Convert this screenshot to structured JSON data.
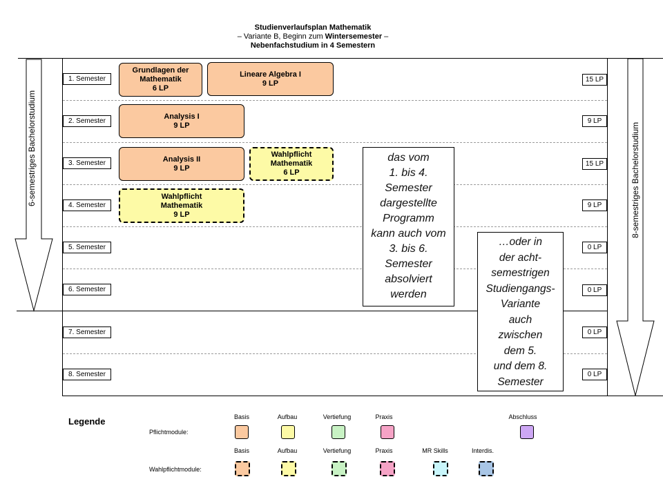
{
  "title": {
    "line1": "Studienverlaufsplan Mathematik",
    "line2_pre": "– Variante B, Beginn zum ",
    "line2_bold": "Wintersemester",
    "line2_post": " –",
    "line3": "Nebenfachstudium in 4 Semestern"
  },
  "semesters": [
    {
      "label": "1. Semester",
      "lp": "15 LP"
    },
    {
      "label": "2. Semester",
      "lp": "9 LP"
    },
    {
      "label": "3. Semester",
      "lp": "15 LP"
    },
    {
      "label": "4. Semester",
      "lp": "9 LP"
    },
    {
      "label": "5. Semester",
      "lp": "0 LP"
    },
    {
      "label": "6. Semester",
      "lp": "0 LP"
    },
    {
      "label": "7. Semester",
      "lp": "0 LP"
    },
    {
      "label": "8. Semester",
      "lp": "0 LP"
    }
  ],
  "modules": {
    "grundlagen": "Grundlagen der\nMathematik\n6 LP",
    "lineare_algebra": "Lineare Algebra I\n9 LP",
    "analysis1": "Analysis I\n9 LP",
    "analysis2": "Analysis II\n9 LP",
    "wahlpflicht3": "Wahlpflicht\nMathematik\n6 LP",
    "wahlpflicht4": "Wahlpflicht\nMathematik\n9 LP"
  },
  "notes": {
    "note1": "das vom\n1. bis 4.\nSemester\ndargestellte\nProgramm\nkann auch vom\n3. bis 6.\nSemester\nabsolviert\nwerden",
    "note2": "…oder in\nder acht-\nsemestrigen\nStudiengangs-\nVariante\nauch\nzwischen\ndem 5.\nund dem 8.\nSemester"
  },
  "arrows": {
    "left": "6-semestriges Bachelorstudium",
    "right": "8-semestriges Bachelorstudium"
  },
  "legend": {
    "title": "Legende",
    "pflicht_label": "Pflichtmodule:",
    "wahlpflicht_label": "Wahlpflichtmodule:",
    "pflicht_columns": [
      "Basis",
      "Aufbau",
      "Vertiefung",
      "Praxis",
      "Abschluss"
    ],
    "wahlpflicht_columns": [
      "Basis",
      "Aufbau",
      "Vertiefung",
      "Praxis",
      "MR Skills",
      "Interdis."
    ],
    "colors": {
      "basis": "#fbc9a0",
      "aufbau": "#fdfaa6",
      "vertiefung": "#c8f2c4",
      "praxis": "#f6a3c6",
      "abschluss": "#cda7f4",
      "mr_skills": "#c9f6fb",
      "interdis": "#a9c6e6"
    }
  }
}
